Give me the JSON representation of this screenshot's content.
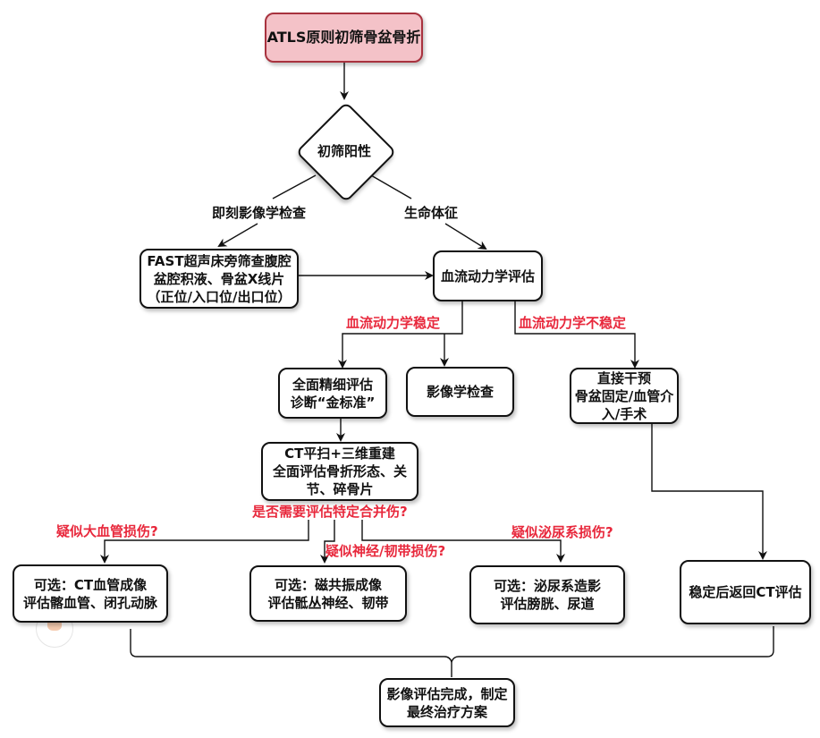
{
  "nodes": {
    "start": "ATLS原则初筛骨盆骨折",
    "screen_positive": "初筛阳性",
    "fast": [
      "FAST超声床旁筛查腹腔",
      "盆腔积液、骨盆X线片",
      "（正位/入口位/出口位）"
    ],
    "hemo_eval": "血流动力学评估",
    "full_eval": [
      "全面精细评估",
      "诊断“金标准”"
    ],
    "imaging": "影像学检查",
    "direct": [
      "直接干预",
      "骨盆固定/血管介",
      "入/手术"
    ],
    "ct": [
      "CT平扫+三维重建",
      "全面评估骨折形态、关",
      "节、碎骨片"
    ],
    "cta": [
      "可选：CT血管成像",
      "评估髂血管、闭孔动脉"
    ],
    "mri": [
      "可选：磁共振成像",
      "评估骶丛神经、韧带"
    ],
    "uro": [
      "可选：泌尿系造影",
      "评估膀胱、尿道"
    ],
    "return_ct": "稳定后返回CT评估",
    "final": [
      "影像评估完成，制定",
      "最终治疗方案"
    ]
  },
  "edge_labels": {
    "immediate_imaging": "即刻影像学检查",
    "vital_signs": "生命体征",
    "stable": "血流动力学稳定",
    "unstable": "血流动力学不稳定",
    "need_assess": "是否需要评估特定合并伤?",
    "vascular": "疑似大血管损伤?",
    "nerve": "疑似神经/韧带损伤?",
    "urinary": "疑似泌尿系损伤?"
  },
  "colors": {
    "start_fill": "#f4c2c8",
    "start_border": "#a8323e",
    "edge_label_red": "#e8283c",
    "line": "#111111"
  }
}
